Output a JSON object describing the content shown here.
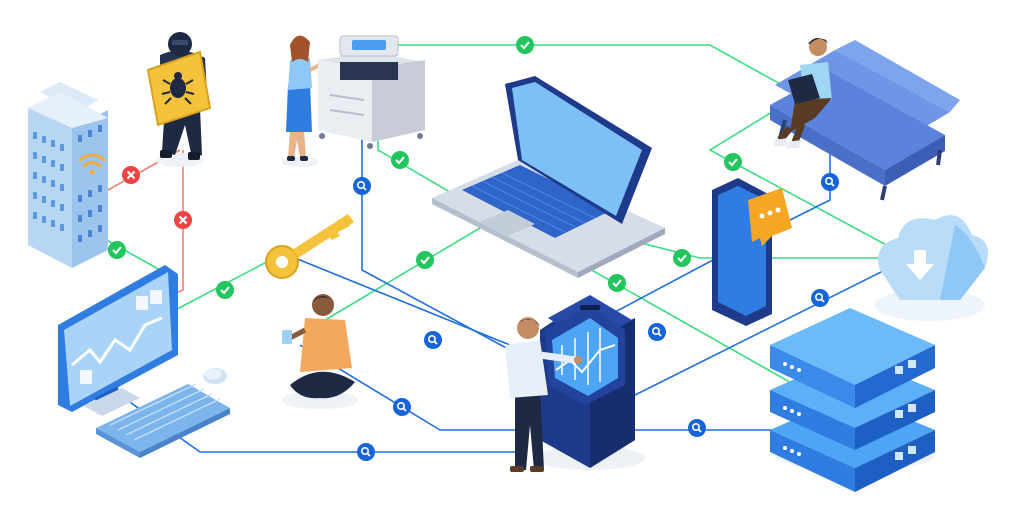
{
  "scene": {
    "nodes": [
      "office-building",
      "hacker",
      "woman-at-copier",
      "copier",
      "laptop",
      "man-on-sofa",
      "phone",
      "cloud-download",
      "desktop-computer",
      "golden-key",
      "person-with-phone",
      "atm-kiosk",
      "user-at-atm",
      "server-rack"
    ],
    "connection_status": {
      "secure": "check",
      "blocked": "cross",
      "monitored": "magnifier"
    }
  },
  "colors": {
    "secure_line": "#3ddc84",
    "secure_badge": "#22c55e",
    "blocked_line": "#f08070",
    "blocked_badge": "#ef4444",
    "monitor_line": "#1f6fe0",
    "monitor_badge": "#1565d8",
    "device_blue": "#2f7de1",
    "device_light": "#8fc8f5",
    "key_gold": "#f5c33b",
    "chat_orange": "#f5a623"
  },
  "icons": {
    "check": "check-icon",
    "cross": "cross-icon",
    "monitor": "magnifier-icon",
    "bug": "bug-icon",
    "wifi": "wifi-icon",
    "chat": "chat-bubble-icon",
    "download": "download-arrow-icon"
  }
}
